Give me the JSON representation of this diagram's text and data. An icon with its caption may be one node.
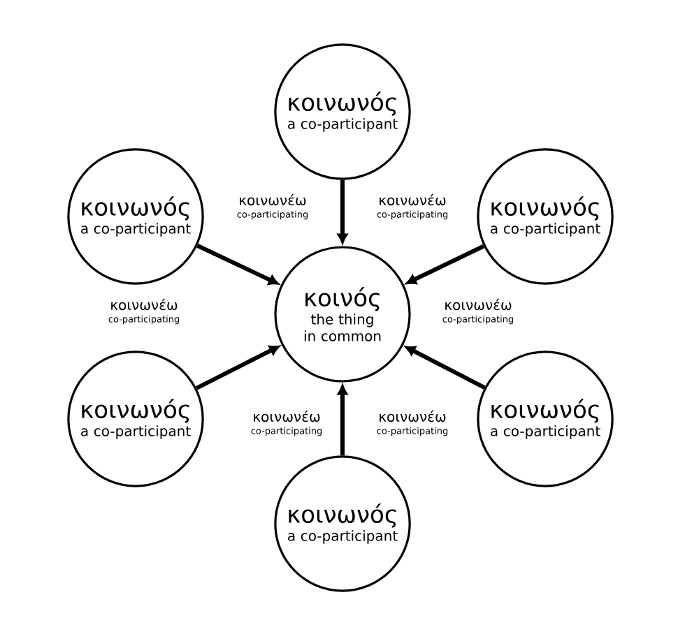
{
  "diagram": {
    "nodes": [
      {
        "text": [
          "κοινωνός",
          "a co-participant"
        ]
      },
      {
        "text": [
          "κοινωνός",
          "a co-participant"
        ]
      },
      {
        "text": [
          "κοινωνός",
          "a co-participant"
        ]
      },
      {
        "text": [
          "κοινός",
          "the thing in common"
        ]
      },
      {
        "text": [
          "κοινωνός",
          "a co-participant"
        ]
      },
      {
        "text": [
          "κοινωνός",
          "a co-participant"
        ]
      },
      {
        "text": [
          "κοινωνός",
          "a co-participant"
        ]
      }
    ],
    "edges": [
      {
        "from": 0,
        "to": 3,
        "arrow": "to",
        "label": "κοινωνέω"
      },
      {
        "from": 1,
        "to": 3,
        "arrow": "to",
        "label": "κοινωνέω"
      },
      {
        "from": 2,
        "to": 3,
        "arrow": "to",
        "label": "κοινωνέω"
      },
      {
        "from": 4,
        "to": 3,
        "arrow": "to",
        "label": "κοινωνέω"
      },
      {
        "from": 5,
        "to": 3,
        "arrow": "to",
        "label": "κοινωνέω"
      },
      {
        "from": 6,
        "to": 3,
        "arrow": "to",
        "label": "κοινωνέω"
      }
    ],
    "labels": [
      "co-participating",
      "co-participating",
      "co-participating",
      "co-participating",
      "co-participating",
      "co-participating"
    ]
  }
}
